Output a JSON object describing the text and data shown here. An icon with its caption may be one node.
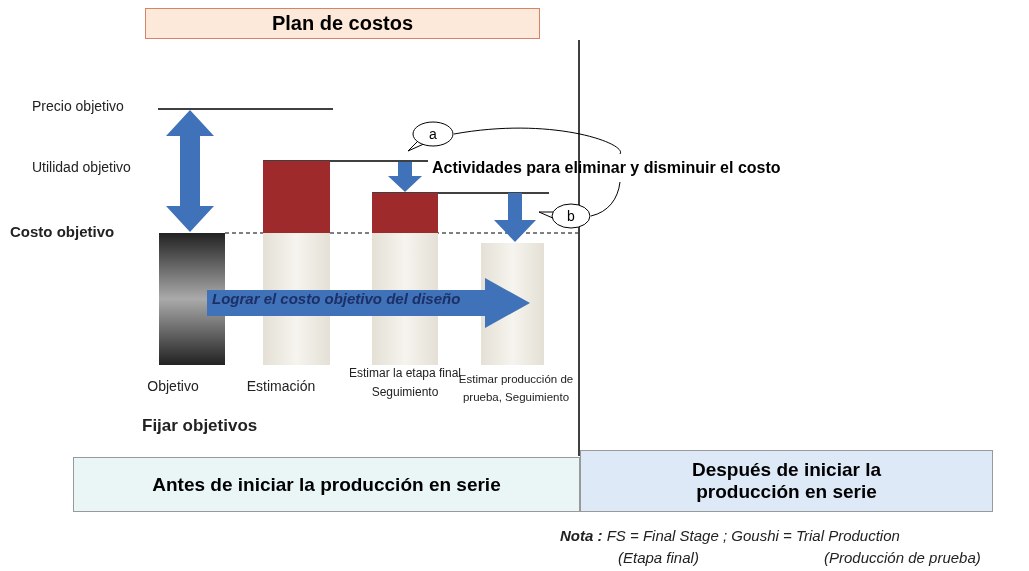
{
  "diagram": {
    "nodes": [
      {
        "text": [
          "Plan de costos"
        ]
      },
      {
        "text": [
          "Antes de iniciar la producción en serie"
        ]
      },
      {
        "text": [
          "Después de iniciar la producción en serie"
        ]
      },
      {
        "text": [
          "a"
        ]
      },
      {
        "text": [
          "b"
        ]
      },
      {
        "text": [
          "Actividades para eliminar y disminuir el costo"
        ]
      }
    ],
    "edges": [
      {
        "from": 3,
        "to": 5,
        "arrow": "none"
      },
      {
        "from": 4,
        "to": 5,
        "arrow": "none"
      }
    ],
    "labels": [
      "Precio objetivo",
      "Utilidad objetivo",
      "Costo objetivo",
      "Lograr el costo objetivo del diseño",
      "Objetivo",
      "Estimación",
      "Estimar la etapa final Seguimiento",
      "Estimar producción de prueba, Seguimiento",
      "Fijar objetivos",
      "**Nota :** FS = Final Stage ; Goushi = Trial Production",
      "(Etapa final)",
      "(Producción de prueba)"
    ]
  }
}
